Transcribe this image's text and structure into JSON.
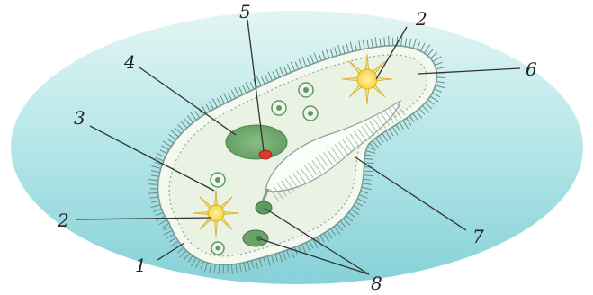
{
  "labels": {
    "l1": "1",
    "l2_top": "2",
    "l2_left": "2",
    "l3": "3",
    "l4": "4",
    "l5": "5",
    "l6": "6",
    "l7": "7",
    "l8": "8"
  },
  "colors": {
    "background_top": "#d8f1f0",
    "background_bottom": "#8fd6dc",
    "cell_fill": "#f3f8ee",
    "cytoplasm": "#e7f0e0",
    "cilia": "#6a8c86",
    "macronucleus": "#6aa368",
    "micronucleus": "#e23a2a",
    "vacuole": "#f6d84a",
    "food_vacuole": "#5f9a63",
    "leader_line": "#333333"
  }
}
